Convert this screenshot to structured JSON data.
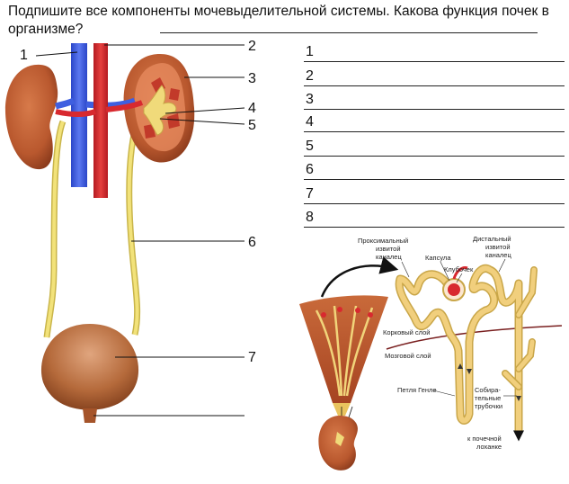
{
  "question": {
    "text": "Подпишите все компоненты мочевыделительной системы. Какова функция почек в организме?"
  },
  "diagram": {
    "callouts": [
      "1",
      "2",
      "3",
      "4",
      "5",
      "6",
      "7"
    ]
  },
  "answer_lines": [
    "1",
    "2",
    "3",
    "4",
    "5",
    "6",
    "7",
    "8"
  ],
  "nephron": {
    "labels": {
      "proximal": [
        "Проксимальный",
        "извитой",
        "каналец"
      ],
      "capsule": "Капсула",
      "glomerulus": "Клубочек",
      "distal": [
        "Дистальный",
        "извитой",
        "каналец"
      ],
      "cortex": "Корковый слой",
      "medulla": "Мозговой слой",
      "henle": "Петля Генле",
      "collecting": [
        "Собира-",
        "тельные",
        "трубочки"
      ],
      "pelvis": [
        "к почечной",
        "лоханке"
      ]
    }
  },
  "colors": {
    "kidney": "#b9582e",
    "artery": "#d8292f",
    "vein": "#3f5fe0",
    "ureter": "#f2e27a",
    "bladder": "#a55a2e",
    "tubule": "#f1cf7d"
  }
}
